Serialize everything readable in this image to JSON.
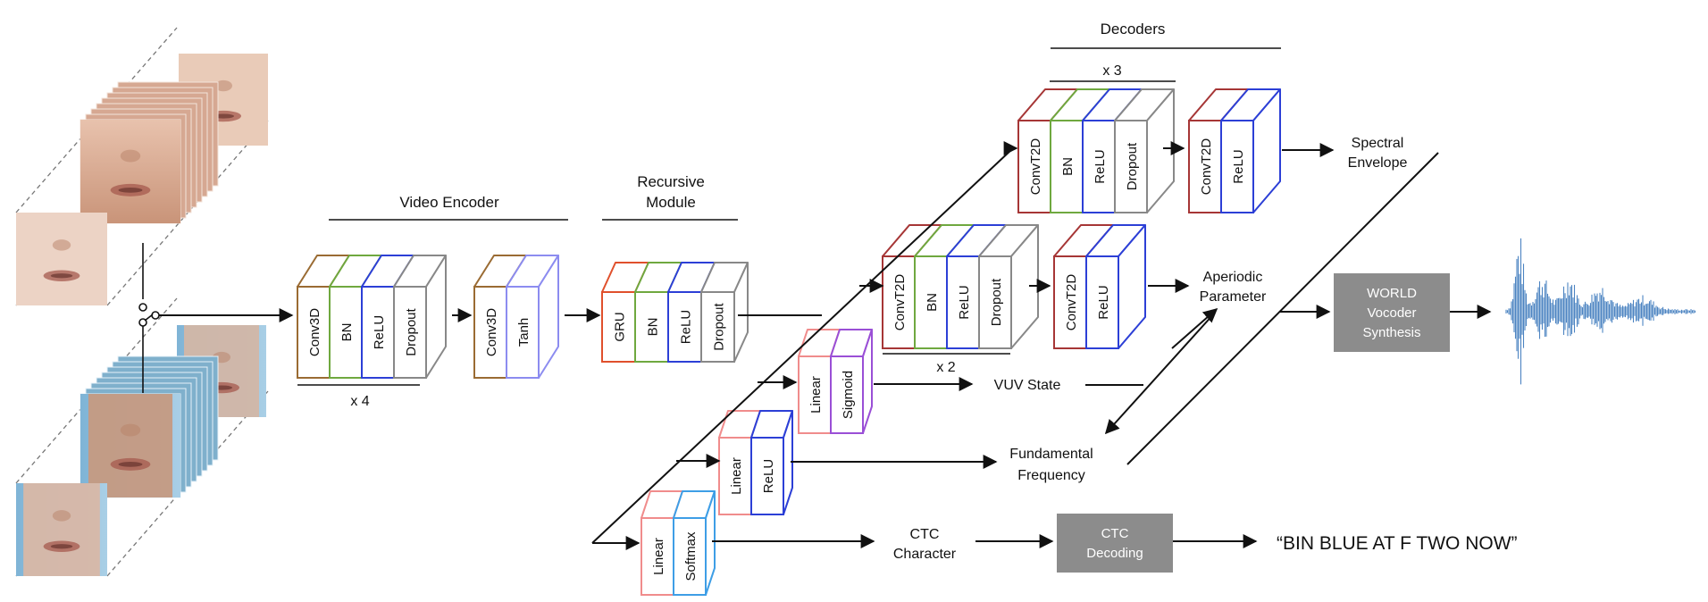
{
  "colors": {
    "conv3d": "#9a6b33",
    "bn": "#6fa83f",
    "relu": "#2c3fd6",
    "dropout": "#888888",
    "tanh": "#8c8cf0",
    "gru": "#e0502c",
    "convt2d": "#a63636",
    "linear": "#f08c8c",
    "sigmoid": "#9a4fd6",
    "softmax": "#3e9ee6",
    "gray_box": "#8c8c8c",
    "waveform": "#2f6fb8",
    "skin": "#d9a890",
    "skin_dark": "#b47a5e"
  },
  "headings": {
    "video_encoder": "Video Encoder",
    "recursive_line1": "Recursive",
    "recursive_line2": "Module",
    "decoders": "Decoders"
  },
  "multipliers": {
    "encoder": "x 4",
    "decoder_top": "x 3",
    "decoder_mid": "x 2"
  },
  "layers": {
    "encoder_block": [
      "Conv3D",
      "BN",
      "ReLU",
      "Dropout"
    ],
    "encoder_out": [
      "Conv3D",
      "Tanh"
    ],
    "recursive": [
      "GRU",
      "BN",
      "ReLU",
      "Dropout"
    ],
    "dec_top_block": [
      "ConvT2D",
      "BN",
      "ReLU",
      "Dropout"
    ],
    "dec_top_out": [
      "ConvT2D",
      "ReLU"
    ],
    "dec_mid_block": [
      "ConvT2D",
      "BN",
      "ReLU",
      "Dropout"
    ],
    "dec_mid_out": [
      "ConvT2D",
      "ReLU"
    ],
    "vuv_head": [
      "Linear",
      "Sigmoid"
    ],
    "f0_head": [
      "Linear",
      "ReLU"
    ],
    "ctc_head": [
      "Linear",
      "Softmax"
    ]
  },
  "outputs": {
    "spectral_line1": "Spectral",
    "spectral_line2": "Envelope",
    "aperiodic_line1": "Aperiodic",
    "aperiodic_line2": "Parameter",
    "vuv": "VUV State",
    "f0_line1": "Fundamental",
    "f0_line2": "Frequency",
    "ctc_line1": "CTC",
    "ctc_line2": "Character"
  },
  "boxes": {
    "world_line1": "WORLD",
    "world_line2": "Vocoder",
    "world_line3": "Synthesis",
    "ctc_dec_line1": "CTC",
    "ctc_dec_line2": "Decoding"
  },
  "transcript": "“BIN BLUE AT F TWO NOW”"
}
